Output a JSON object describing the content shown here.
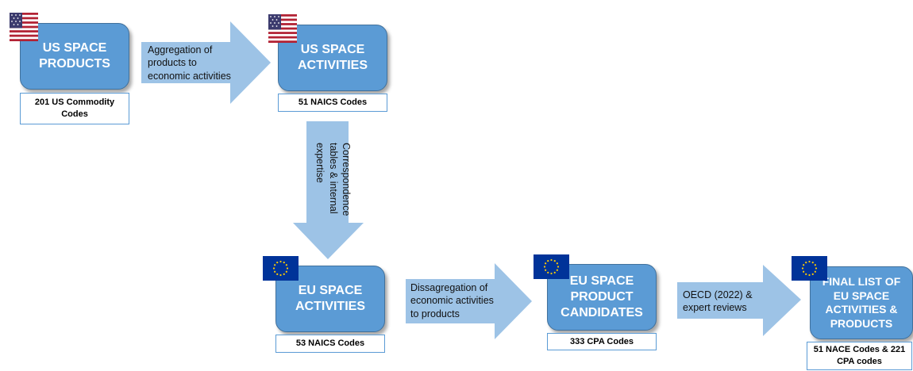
{
  "boxes": {
    "us_products": {
      "line1": "US SPACE",
      "line2": "PRODUCTS"
    },
    "us_activities": {
      "line1": "US SPACE",
      "line2": "ACTIVITIES"
    },
    "eu_activities": {
      "line1": "EU SPACE",
      "line2": "ACTIVITIES"
    },
    "eu_product_candidates": {
      "line1": "EU SPACE",
      "line2": "PRODUCT",
      "line3": "CANDIDATES"
    },
    "final_list": {
      "line1": "FINAL LIST OF",
      "line2": "EU SPACE",
      "line3": "ACTIVITIES &",
      "line4": "PRODUCTS"
    }
  },
  "codes": {
    "us_products": {
      "line1": "201 US Commodity",
      "line2": "Codes"
    },
    "us_activities": "51 NAICS Codes",
    "eu_activities": "53 NAICS Codes",
    "eu_product_candidates": "333 CPA Codes",
    "final_list": {
      "line1": "51 NACE Codes & 221",
      "line2": "CPA codes"
    }
  },
  "arrows": {
    "aggregation": {
      "line1": "Aggregation of",
      "line2": "products to",
      "line3": "economic activities"
    },
    "correspondence": {
      "line1": "Correspondence",
      "line2": "tables & internal",
      "line3": "expertise"
    },
    "disaggregation": {
      "line1": "Dissagregation of",
      "line2": "economic activities",
      "line3": "to products"
    },
    "oecd": {
      "line1": "OECD (2022) &",
      "line2": "expert reviews"
    }
  },
  "flags": [
    "us-flag",
    "us-flag",
    "eu-flag",
    "eu-flag",
    "eu-flag"
  ],
  "colors": {
    "box_fill": "#5b9bd5",
    "box_border": "#41719c",
    "arrow_fill": "#9dc3e6",
    "eu_blue": "#003399",
    "eu_star": "#ffcc00"
  }
}
